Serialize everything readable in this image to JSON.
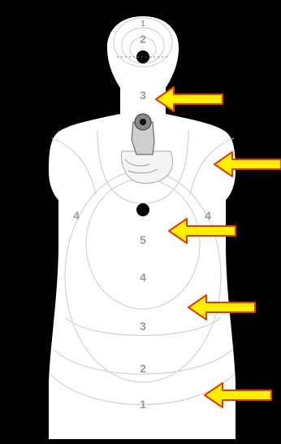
{
  "target": {
    "head_scores": [
      "1",
      "2",
      "3"
    ],
    "torso_scores": [
      "5",
      "4",
      "3",
      "2",
      "1"
    ],
    "side_scores": {
      "left": "4",
      "right": "4"
    },
    "colors": {
      "background": "#000000",
      "silhouette": "#ffffff",
      "ring_line": "#d3d3d3",
      "score_text": "#9a9a9a",
      "aim_dot": "#000000",
      "arrow_fill": "#ffef00",
      "arrow_stroke": "#e23a00"
    },
    "arrows": [
      {
        "label": "head-arrow"
      },
      {
        "label": "shoulder-arrow"
      },
      {
        "label": "chest-arrow"
      },
      {
        "label": "abdomen-arrow"
      },
      {
        "label": "hip-arrow"
      }
    ],
    "pistol_icon": "revolver-icon"
  }
}
